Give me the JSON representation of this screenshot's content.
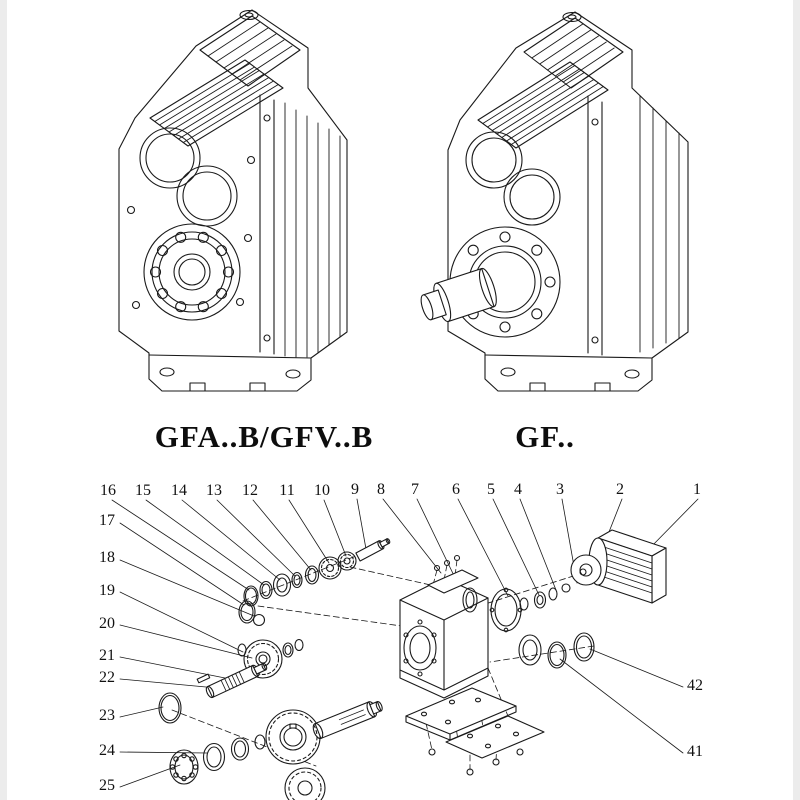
{
  "page": {
    "background": "#ffffff",
    "ink": "#1a1a1a",
    "edge_color": "#ececec"
  },
  "figures": {
    "left_gearbox": {
      "label": "GFA..B/GFV..B"
    },
    "right_gearbox": {
      "label": "GF.."
    }
  },
  "exploded_view": {
    "top_row_callouts": [
      "16",
      "15",
      "14",
      "13",
      "12",
      "11",
      "10",
      "9",
      "8",
      "7",
      "6",
      "5",
      "4",
      "3",
      "2",
      "1"
    ],
    "left_column_callouts": [
      "17",
      "18",
      "19",
      "20",
      "21",
      "22",
      "23",
      "24",
      "25"
    ],
    "right_column_callouts": [
      "42",
      "41"
    ]
  }
}
